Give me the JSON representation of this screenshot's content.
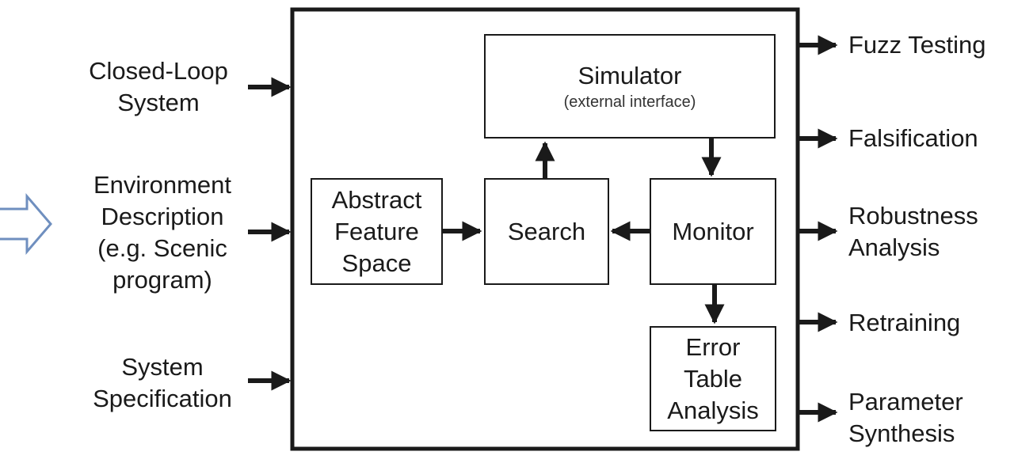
{
  "inputs": {
    "closed_loop": [
      "Closed-Loop",
      "System"
    ],
    "environment": [
      "Environment",
      "Description",
      "(e.g. Scenic",
      "program)"
    ],
    "specification": [
      "System",
      "Specification"
    ]
  },
  "blocks": {
    "simulator_title": "Simulator",
    "simulator_sub": "(external interface)",
    "feature_space": [
      "Abstract",
      "Feature",
      "Space"
    ],
    "search": "Search",
    "monitor": "Monitor",
    "error_table": [
      "Error",
      "Table",
      "Analysis"
    ]
  },
  "outputs": {
    "fuzz": [
      "Fuzz Testing"
    ],
    "falsification": [
      "Falsification"
    ],
    "robustness": [
      "Robustness",
      "Analysis"
    ],
    "retraining": [
      "Retraining"
    ],
    "parameter": [
      "Parameter",
      "Synthesis"
    ]
  },
  "colors": {
    "line": "#1a1a1a",
    "hollow_arrow": "#6f8fbf"
  }
}
